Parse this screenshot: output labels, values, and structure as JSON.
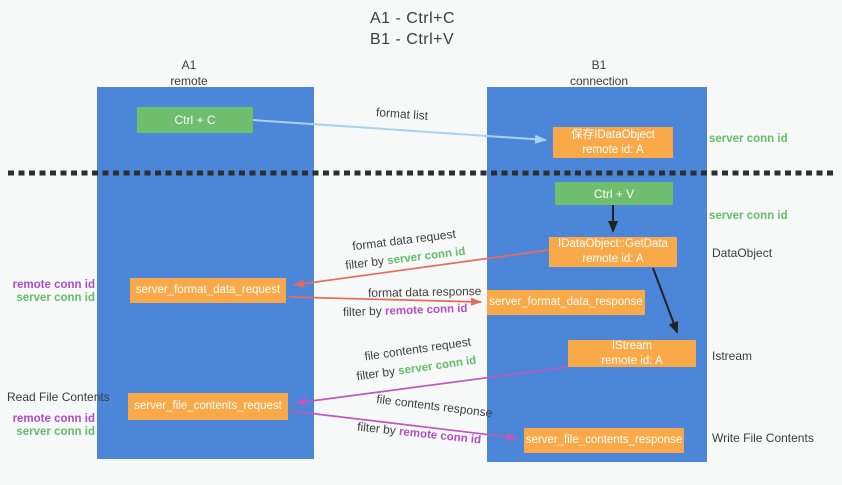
{
  "title": {
    "line1": "A1 - Ctrl+C",
    "line2": "B1 - Ctrl+V"
  },
  "lanes": {
    "left": {
      "name": "A1",
      "subtitle": "remote"
    },
    "right": {
      "name": "B1",
      "subtitle": "connection"
    }
  },
  "boxes": {
    "ctrl_c": {
      "label": "Ctrl + C"
    },
    "ctrl_v": {
      "label": "Ctrl + V"
    },
    "save_dataobject": {
      "line1": "保存IDataObject",
      "line2": "remote id: A"
    },
    "getdata": {
      "line1": "IDataObject::GetData",
      "line2": "remote id: A"
    },
    "istream": {
      "line1": "IStream",
      "line2": "remote id: A"
    },
    "server_format_data_request": {
      "label": "server_format_data_request"
    },
    "server_format_data_response": {
      "label": "server_format_data_response"
    },
    "server_file_contents_request": {
      "label": "server_file_contents_request"
    },
    "server_file_contents_response": {
      "label": "server_file_contents_response"
    }
  },
  "flow_labels": {
    "format_list": "format list",
    "format_data_request": "format data request",
    "format_data_response": "format data response",
    "file_contents_request": "file contents request",
    "file_contents_response": "file contents response",
    "filter_by": "filter by",
    "server_conn_id": "server conn id",
    "remote_conn_id": "remote conn id"
  },
  "side_labels": {
    "server_conn_id_top": "server conn id",
    "server_conn_id_mid": "server conn id",
    "dataobject": "DataObject",
    "istream": "Istream",
    "write_file_contents": "Write File Contents",
    "read_file_contents": "Read File Contents",
    "remote_conn_id": "remote conn id",
    "server_conn_id": "server conn id"
  },
  "colors": {
    "lane_blue": "#4c86d8",
    "box_green": "#6fbe6e",
    "box_orange": "#f9a947",
    "arrow_light_blue": "#a9d2f0",
    "arrow_salmon": "#e8695e",
    "arrow_magenta": "#c158be",
    "arrow_black": "#222222",
    "text_green": "#63bd6a",
    "text_purple": "#a84fc7",
    "text_dark": "#3f3f3f"
  }
}
